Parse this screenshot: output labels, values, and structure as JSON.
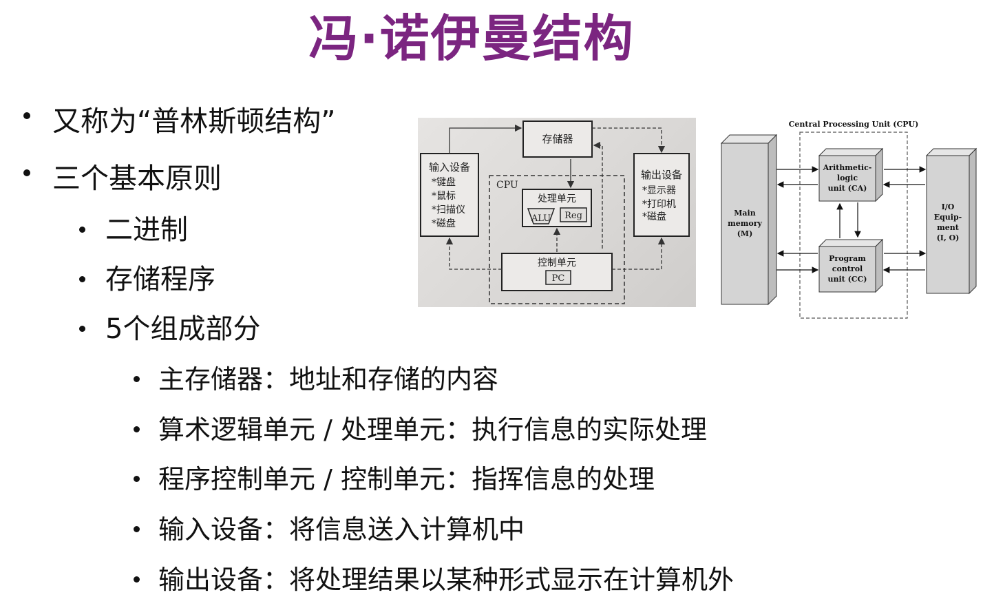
{
  "title": "冯·诺伊曼结构",
  "bullets": {
    "b1": "又称为“普林斯顿结构”",
    "b2": "三个基本原则",
    "b2_1": "二进制",
    "b2_2": "存储程序",
    "b2_3": "5个组成部分",
    "b3_1": "主存储器：地址和存储的内容",
    "b3_2": "算术逻辑单元 / 处理单元：执行信息的实际处理",
    "b3_3": "程序控制单元 / 控制单元：指挥信息的处理",
    "b3_4": "输入设备：将信息送入计算机中",
    "b3_5": "输出设备：将处理结果以某种形式显示在计算机外"
  },
  "photo_diagram": {
    "memory": "存储器",
    "input_title": "输入设备",
    "input_items": [
      "*键盘",
      "*鼠标",
      "*扫描仪",
      "*磁盘"
    ],
    "output_title": "输出设备",
    "output_items": [
      "*显示器",
      "*打印机",
      "*磁盘"
    ],
    "cpu": "CPU",
    "processing_unit": "处理单元",
    "alu": "ALU",
    "reg": "Reg",
    "control_unit": "控制单元",
    "pc": "PC"
  },
  "schema_diagram": {
    "cpu_label": "Central Processing Unit (CPU)",
    "main_memory": [
      "Main",
      "memory",
      "(M)"
    ],
    "alu": [
      "Arithmetic-",
      "logic",
      "unit (CA)"
    ],
    "control": [
      "Program",
      "control",
      "unit (CC)"
    ],
    "io": [
      "I/O",
      "Equip-",
      "ment",
      "(I, O)"
    ]
  },
  "colors": {
    "title": "#7b2580",
    "text": "#111111"
  }
}
